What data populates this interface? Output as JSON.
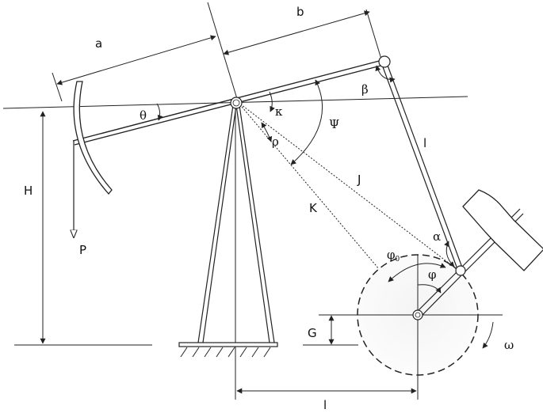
{
  "labels": {
    "a": "a",
    "b": "b",
    "theta": "θ",
    "kappa": "κ",
    "beta": "β",
    "psi": "Ψ",
    "rho": "ρ",
    "l_link": "l",
    "J": "J",
    "K": "K",
    "H": "H",
    "P": "P",
    "alpha": "α",
    "phi0_base": "φ",
    "phi0_sub": "0",
    "phi": "φ",
    "G": "G",
    "omega": "ω",
    "l_bottom": "l"
  },
  "colors": {
    "line": "#222222",
    "crank_fill": "#eeeeee"
  }
}
